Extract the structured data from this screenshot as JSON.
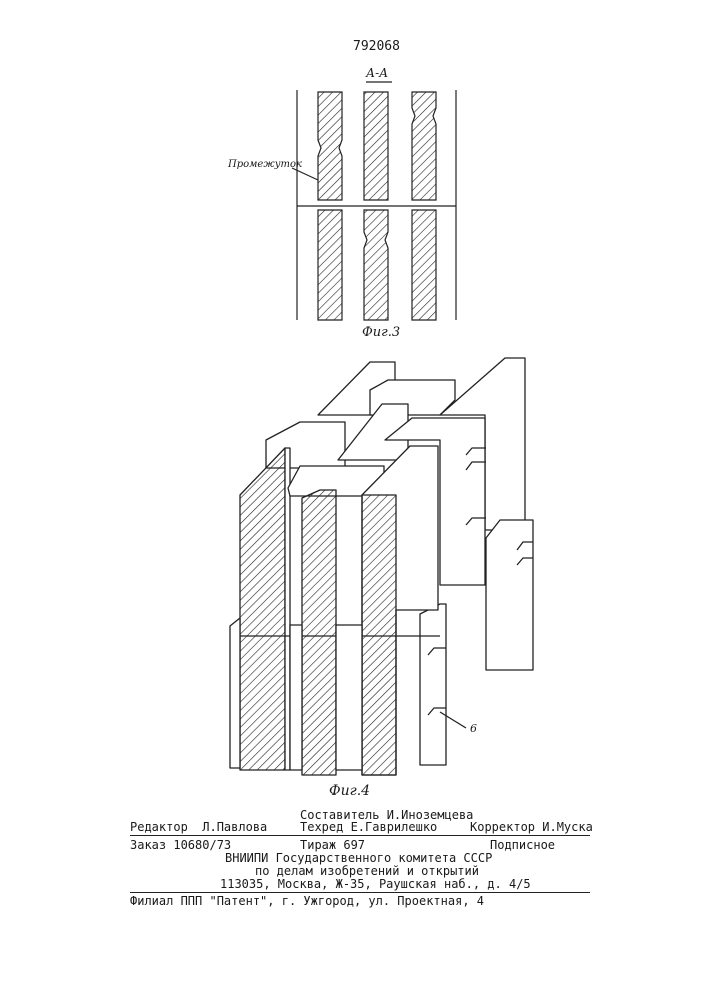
{
  "patent_number": "792068",
  "fig3": {
    "section_label": "А-А",
    "gap_label": "Промежуток",
    "caption": "Фиг.3"
  },
  "fig4": {
    "caption": "Фиг.4",
    "ref_label": "6"
  },
  "colophon": {
    "compiler": "Составитель И.Иноземцева",
    "editor": "Редактор  Л.Павлова",
    "techred": "Техред Е.Гаврилешко",
    "corrector": "Корректор И.Муска",
    "order": "Заказ 10680/73",
    "circulation": "Тираж 697",
    "subscription": "Подписное",
    "org_line1": "ВНИИПИ Государственного комитета СССР",
    "org_line2": "по делам изобретений и открытий",
    "org_address": "113035, Москва, Ж-35, Раушская наб., д. 4/5",
    "branch": "Филиал ППП \"Патент\", г. Ужгород, ул. Проектная, 4"
  }
}
